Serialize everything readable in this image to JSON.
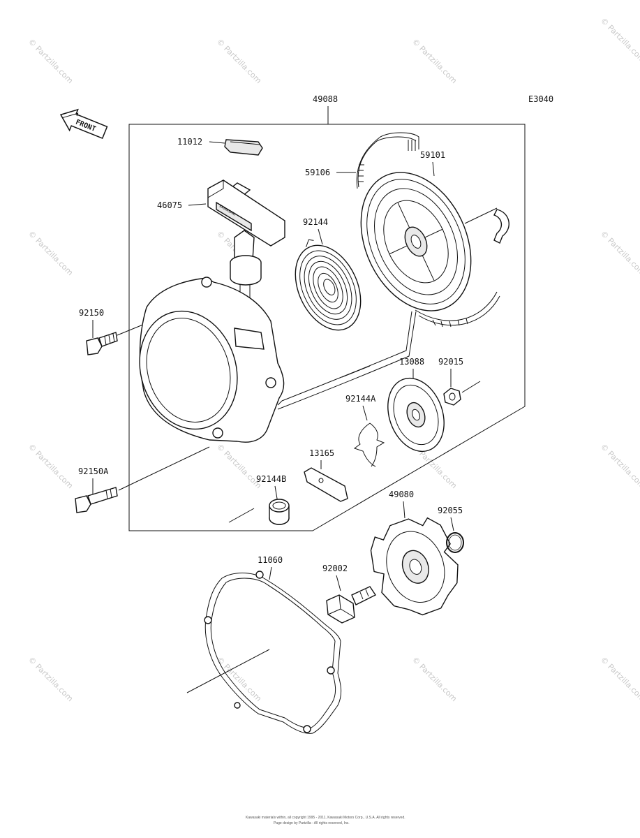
{
  "diagram": {
    "code": "E3040",
    "front_label": "FRONT",
    "assembly_number": "49088",
    "parts": [
      {
        "id": "p11012",
        "number": "11012"
      },
      {
        "id": "p59106",
        "number": "59106"
      },
      {
        "id": "p59101",
        "number": "59101"
      },
      {
        "id": "p46075",
        "number": "46075"
      },
      {
        "id": "p92144",
        "number": "92144"
      },
      {
        "id": "p92150",
        "number": "92150"
      },
      {
        "id": "p13088",
        "number": "13088"
      },
      {
        "id": "p92015",
        "number": "92015"
      },
      {
        "id": "p92144A",
        "number": "92144A"
      },
      {
        "id": "p13165",
        "number": "13165"
      },
      {
        "id": "p92150A",
        "number": "92150A"
      },
      {
        "id": "p92144B",
        "number": "92144B"
      },
      {
        "id": "p49080",
        "number": "49080"
      },
      {
        "id": "p92055",
        "number": "92055"
      },
      {
        "id": "p11060",
        "number": "11060"
      },
      {
        "id": "p92002",
        "number": "92002"
      }
    ],
    "handle_text": "KAWASAKI",
    "watermark": "© Partzilla.com",
    "copyright_line1": "Kawasaki materials within, all copyright 1995 - 2011, Kawasaki Motors Corp., U.S.A. All rights reserved.",
    "copyright_line2": "Page design by Partzilla - All rights reserved, Inc."
  }
}
